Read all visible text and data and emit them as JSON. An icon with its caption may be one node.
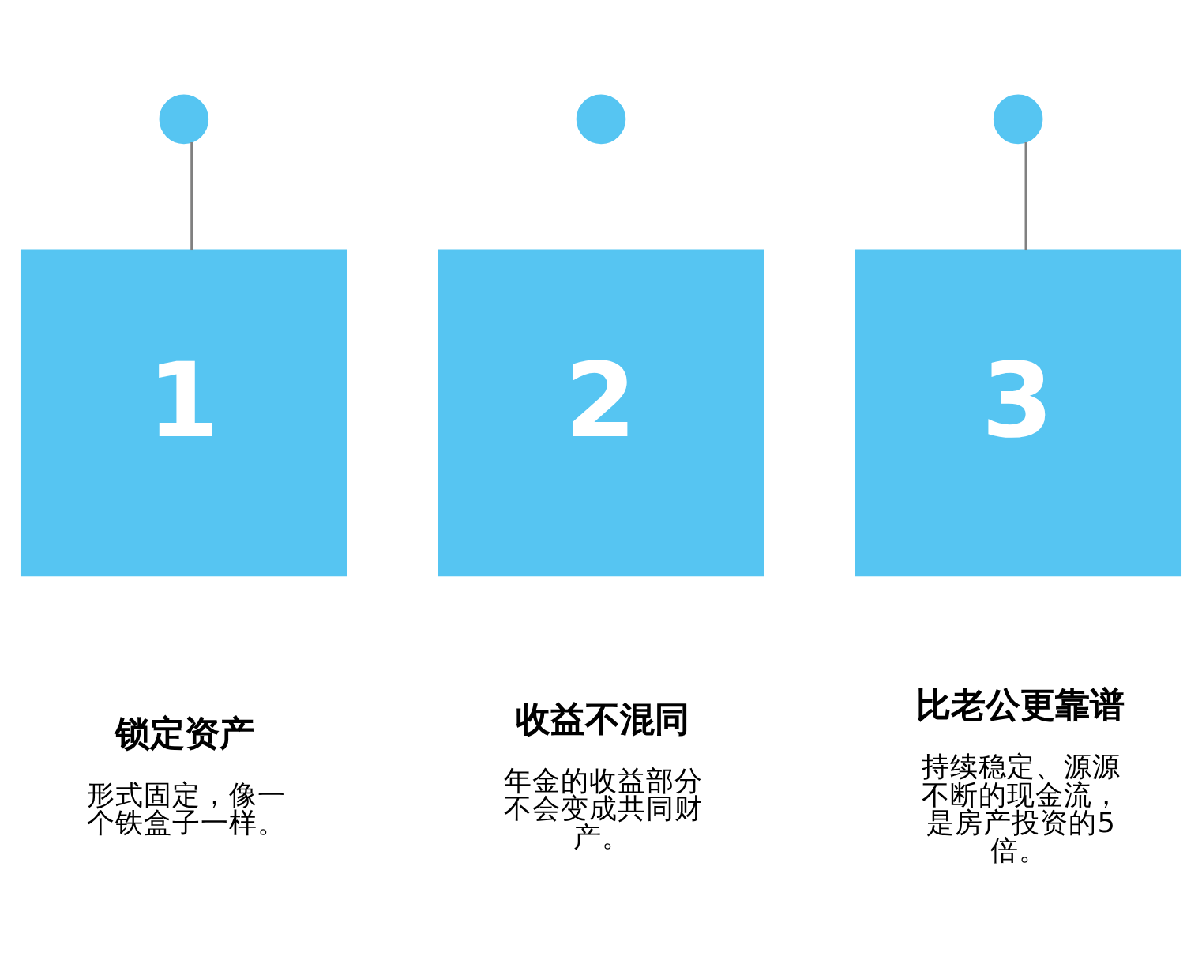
{
  "diagram": {
    "nodes": [
      {
        "text": [],
        "shape": "circle"
      },
      {
        "text": [],
        "shape": "circle"
      },
      {
        "text": [],
        "shape": "circle"
      },
      {
        "text": [
          "1"
        ],
        "beside": [
          "锁定资产",
          "形式固定，像一个铁盒子一样。"
        ]
      },
      {
        "text": [
          "2"
        ],
        "beside": [
          "收益不混同",
          "年金的收益部分不会变成共同财产。"
        ]
      },
      {
        "text": [
          "3"
        ],
        "beside": [
          "比老公更靠谱",
          "持续稳定、源源不断的现金流，是房产投资的5倍。"
        ]
      }
    ],
    "edges": [
      {
        "from": 0,
        "to": 3,
        "arrow": "none"
      },
      {
        "from": 2,
        "to": 5,
        "arrow": "none"
      }
    ]
  }
}
